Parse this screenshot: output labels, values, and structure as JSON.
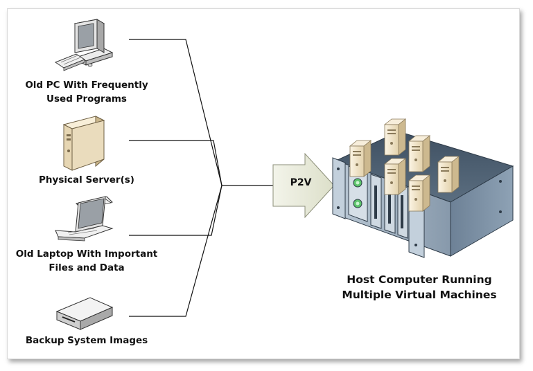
{
  "sources": [
    {
      "label_line1": "Old PC With Frequently",
      "label_line2": "Used Programs",
      "icon": "desktop-pc-icon"
    },
    {
      "label_line1": "Physical Server(s)",
      "label_line2": "",
      "icon": "tower-server-icon"
    },
    {
      "label_line1": "Old Laptop With Important",
      "label_line2": "Files and Data",
      "icon": "laptop-icon"
    },
    {
      "label_line1": "Backup System Images",
      "label_line2": "",
      "icon": "backup-drive-icon"
    }
  ],
  "arrow": {
    "label": "P2V",
    "icon": "arrow-right-icon"
  },
  "host": {
    "label_line1": "Host Computer Running",
    "label_line2": "Multiple Virtual Machines",
    "icon": "rack-host-icon",
    "vm_icon": "virtual-machine-icon"
  },
  "colors": {
    "line": "#111111",
    "arrow_fill": "#e8ead9",
    "rack_dark": "#475869",
    "rack_light": "#9fb1c3",
    "vm_beige": "#efe2c5"
  }
}
